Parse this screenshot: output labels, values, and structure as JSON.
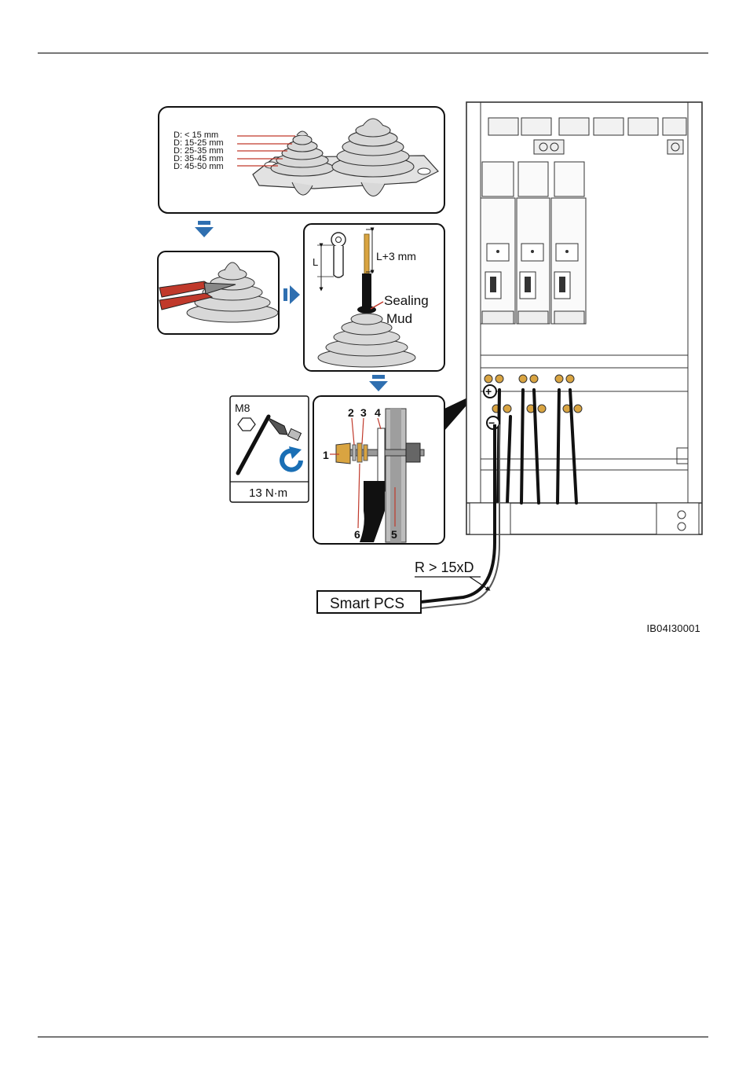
{
  "figure": {
    "figure_id": "IB04I30001",
    "grommet_sizes": [
      "D: < 15 mm",
      "D: 15-25 mm",
      "D: 25-35 mm",
      "D: 35-45 mm",
      "D: 45-50 mm"
    ],
    "length_L": "L",
    "length_L3": "L+3 mm",
    "sealing_label_1": "Sealing",
    "sealing_label_2": "Mud",
    "bolt_size": "M8",
    "torque": "13 N·m",
    "part_numbers": [
      "1",
      "2",
      "3",
      "4",
      "5",
      "6"
    ],
    "bend_radius": "R > 15xD",
    "target_device": "Smart PCS",
    "positive_symbol": "+",
    "negative_symbol": "−",
    "colors": {
      "arrow_blue": "#2f6fb0",
      "cable_red": "#c0392b",
      "brass": "#d9a441",
      "torque_blue": "#1a6fb5"
    }
  }
}
